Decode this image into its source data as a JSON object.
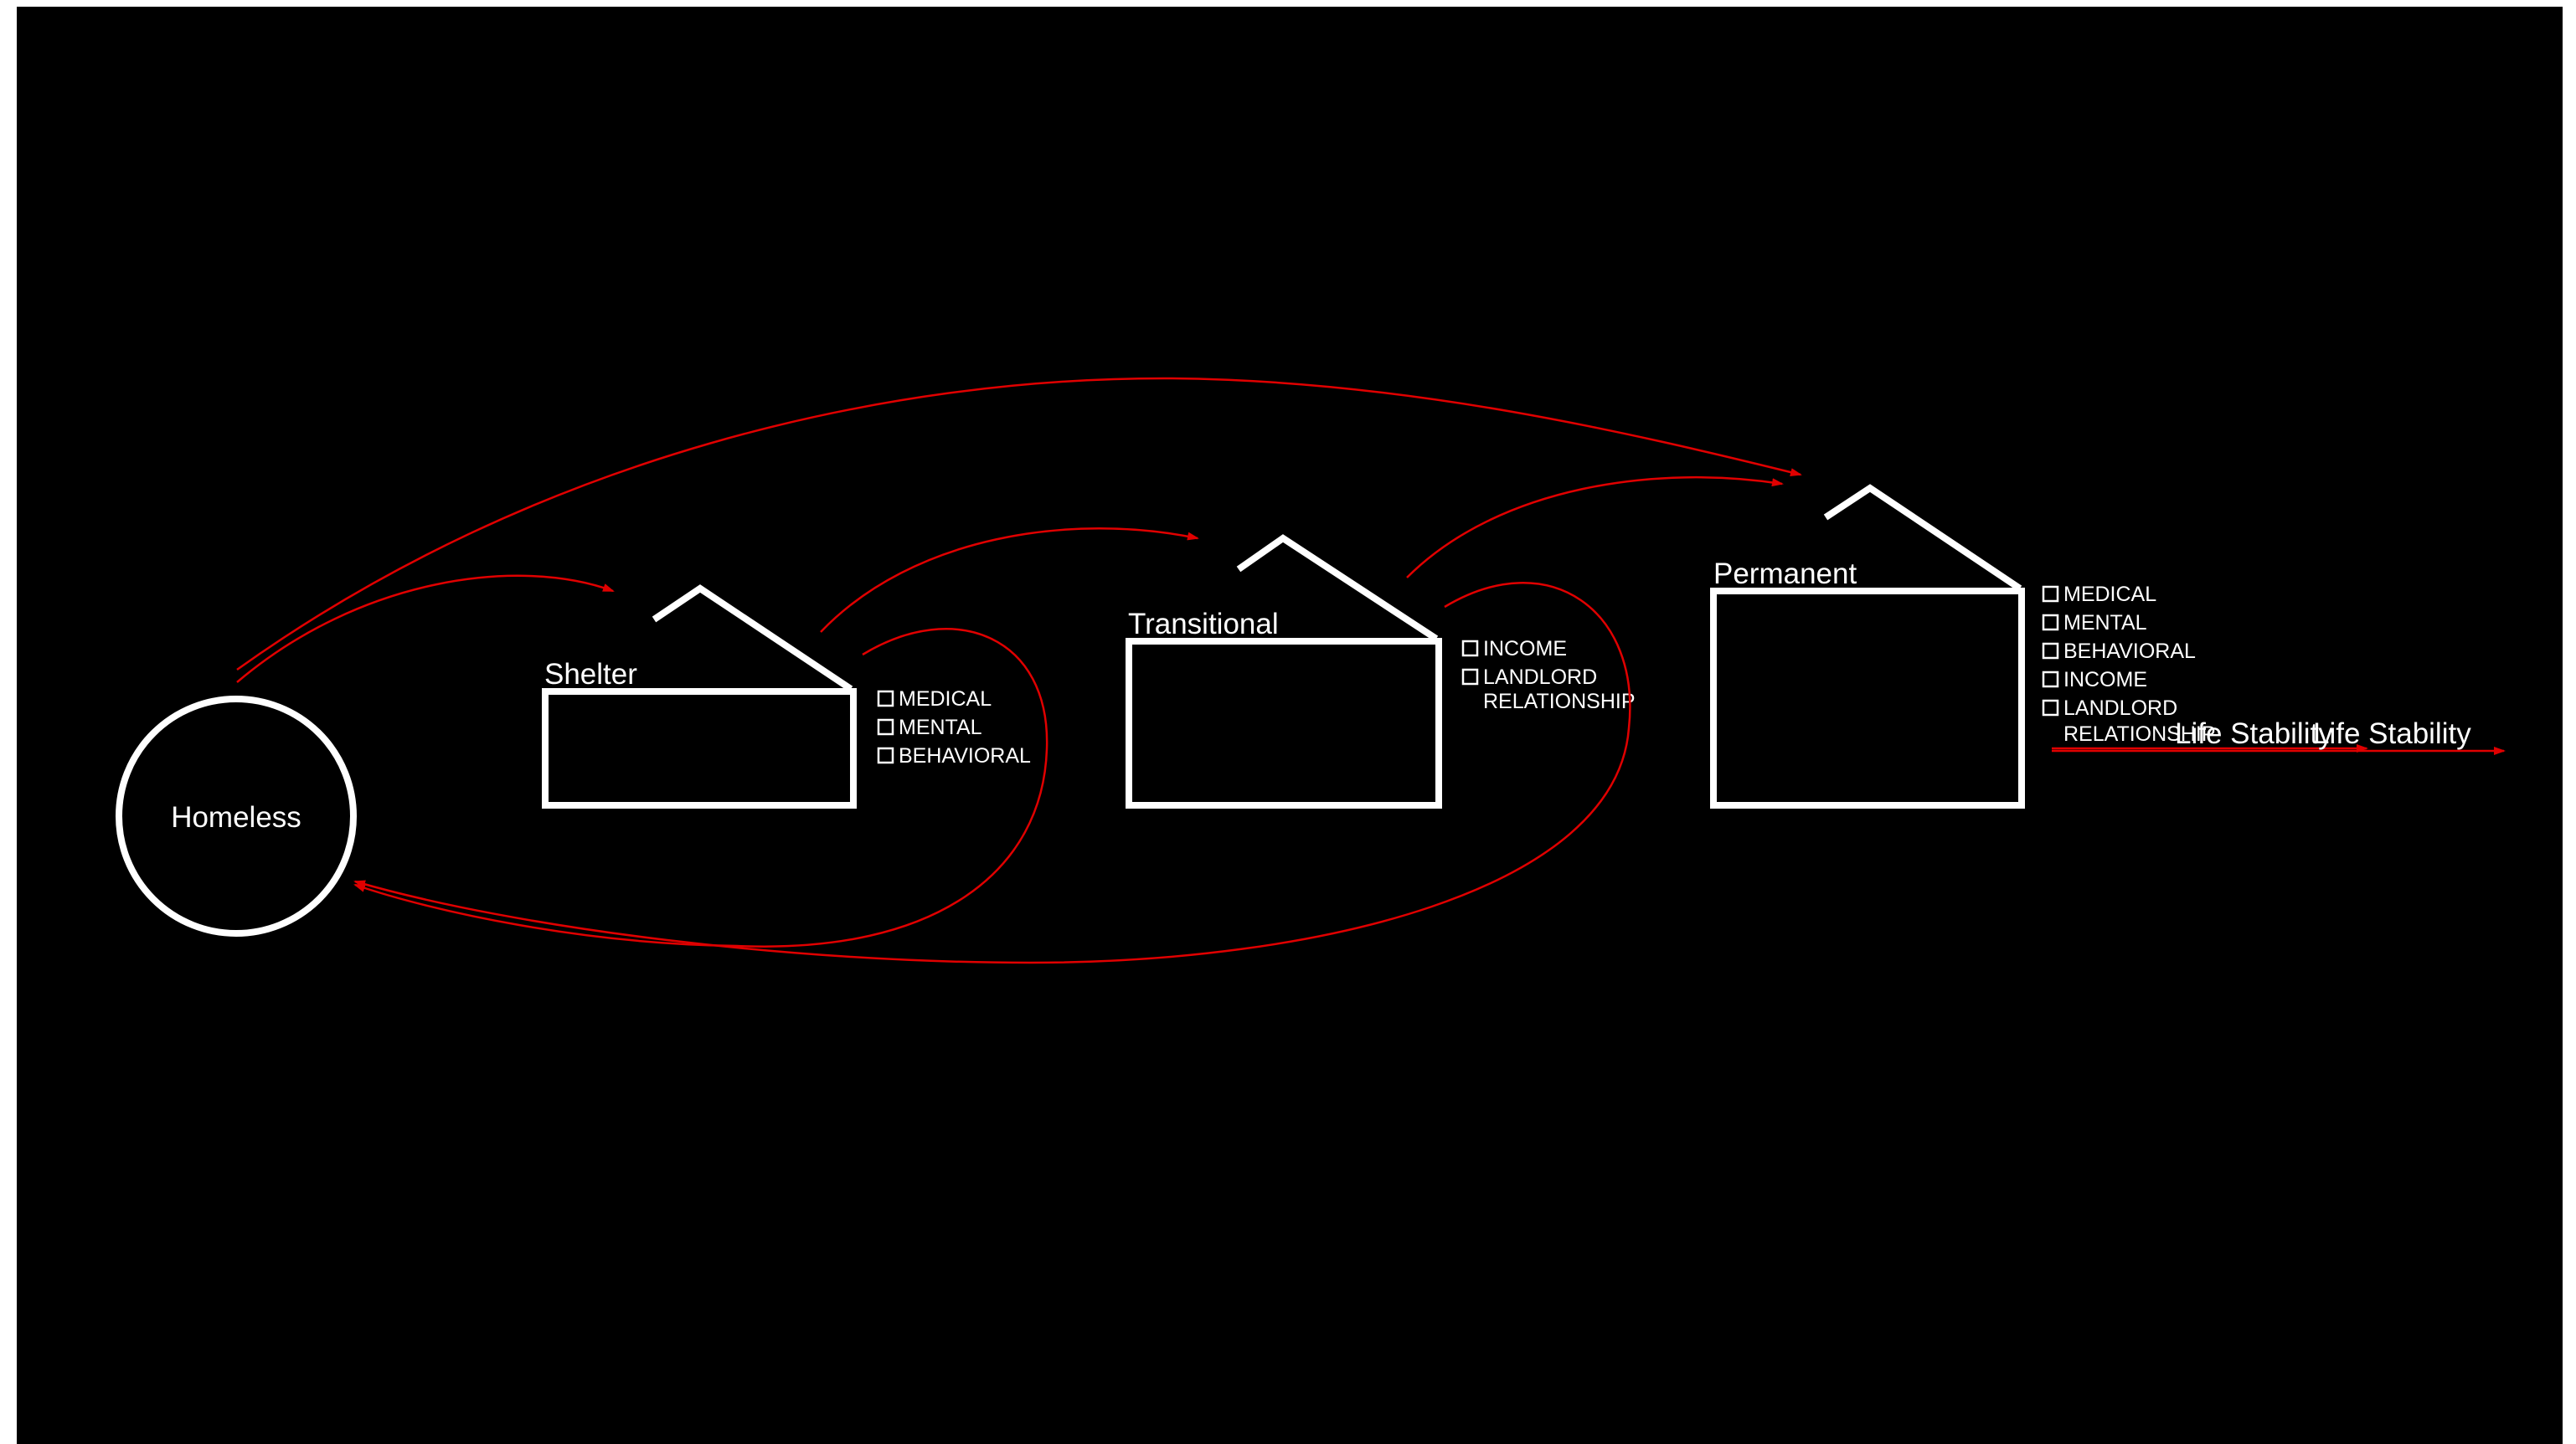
{
  "nodes": {
    "homeless": "Homeless",
    "shelter": "Shelter",
    "transitional": "Transitional",
    "permanent": "Permanent"
  },
  "checklists": {
    "shelter": [
      "MEDICAL",
      "MENTAL",
      "BEHAVIORAL"
    ],
    "transitional": [
      "INCOME",
      "LANDLORD",
      "RELATIONSHIP"
    ],
    "permanent": [
      "MEDICAL",
      "MENTAL",
      "BEHAVIORAL",
      "INCOME",
      "LANDLORD",
      "RELATIONSHIP"
    ]
  },
  "outcome_labels": [
    "Life Stability",
    "Life Stability"
  ],
  "colors": {
    "background": "#000000",
    "shape": "#ffffff",
    "arrow": "#e00000"
  }
}
